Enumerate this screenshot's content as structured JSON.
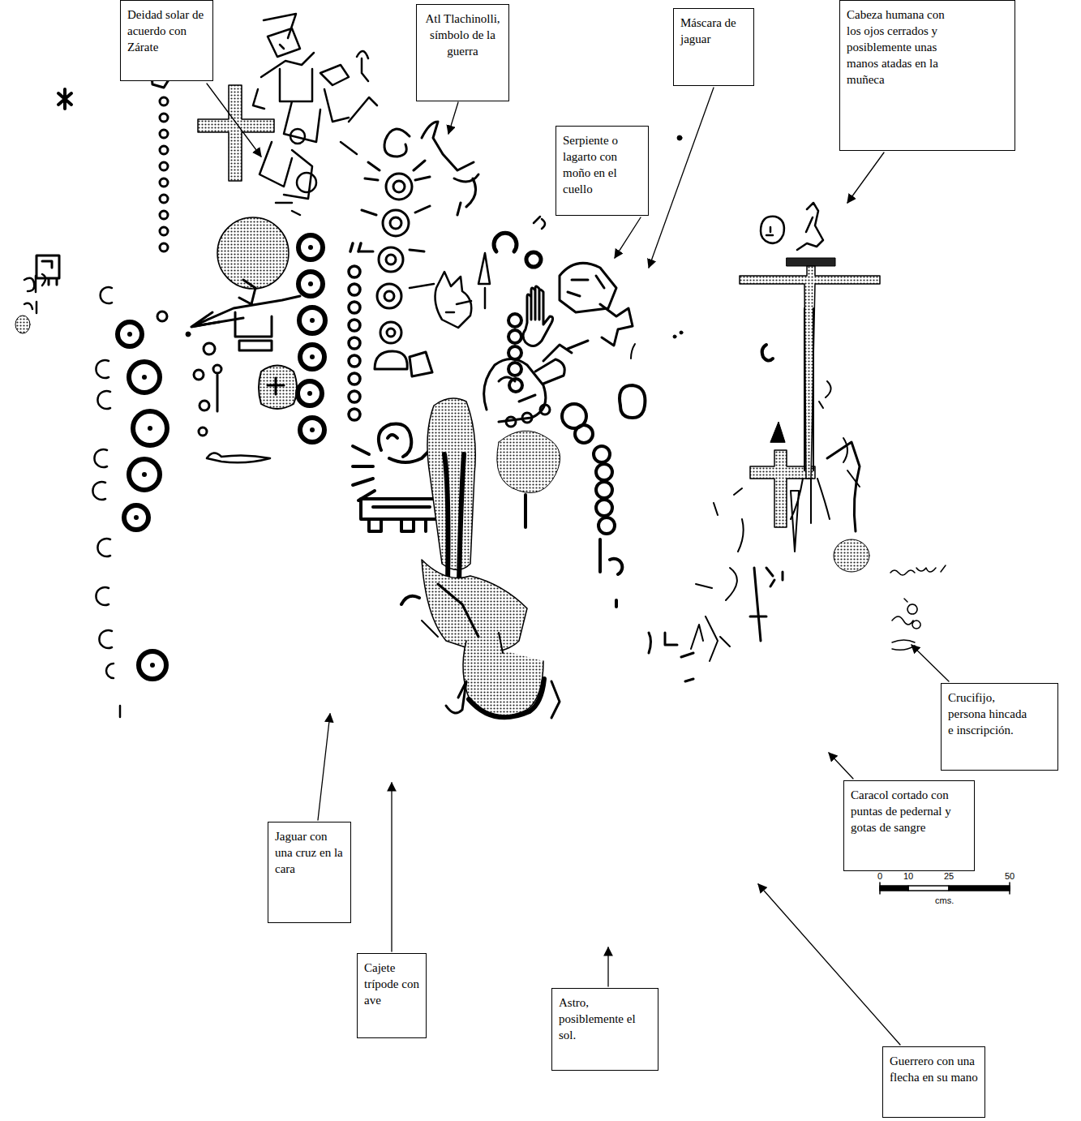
{
  "diagram": {
    "nodes": [
      {
        "text": [
          "Deidad solar de acuerdo con Zárate"
        ]
      },
      {
        "text": [
          "Atl Tlachinolli, símbolo de la guerra"
        ]
      },
      {
        "text": [
          "Máscara de jaguar"
        ]
      },
      {
        "text": [
          "Cabeza humana con los ojos cerrados y posiblemente unas manos atadas en la muñeca"
        ]
      },
      {
        "text": [
          "Serpiente o lagarto con moño en el cuello"
        ]
      },
      {
        "text": [
          "Crucifijo, persona hincada e inscripción."
        ]
      },
      {
        "text": [
          "Caracol cortado con puntas de pedernal y gotas de sangre"
        ]
      },
      {
        "text": [
          "Jaguar con una cruz en la cara"
        ]
      },
      {
        "text": [
          "Cajete trípode con ave"
        ]
      },
      {
        "text": [
          "Astro, posiblemente el sol."
        ]
      },
      {
        "text": [
          "Guerrero con una flecha en su mano"
        ]
      }
    ],
    "labels": [
      "0",
      "10",
      "25",
      "50",
      "cms."
    ]
  }
}
